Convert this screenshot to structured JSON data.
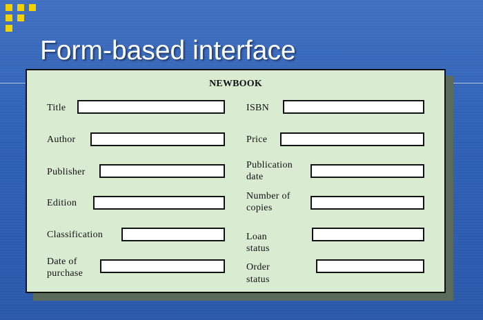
{
  "slide": {
    "title": "Form-based interface",
    "colors": {
      "accent": "#f2d200",
      "panel": "#d9ecd2",
      "background": "#2f5fb3"
    }
  },
  "form": {
    "heading": "NEWBOOK",
    "left_fields": {
      "title": "Title",
      "author": "Author",
      "publisher": "Publisher",
      "edition": "Edition",
      "classification": "Classification",
      "date_of_purchase_1": "Date of",
      "date_of_purchase_2": "purchase"
    },
    "right_fields": {
      "isbn": "ISBN",
      "price": "Price",
      "publication_date_1": "Publication",
      "publication_date_2": "date",
      "number_of_copies_1": "Number of",
      "number_of_copies_2": "copies",
      "loan_status_1": "Loan",
      "loan_status_2": "status",
      "order_status_1": "Order",
      "order_status_2": "status"
    },
    "values": {
      "title": "",
      "author": "",
      "publisher": "",
      "edition": "",
      "classification": "",
      "date_of_purchase": "",
      "isbn": "",
      "price": "",
      "publication_date": "",
      "number_of_copies": "",
      "loan_status": "",
      "order_status": ""
    }
  }
}
